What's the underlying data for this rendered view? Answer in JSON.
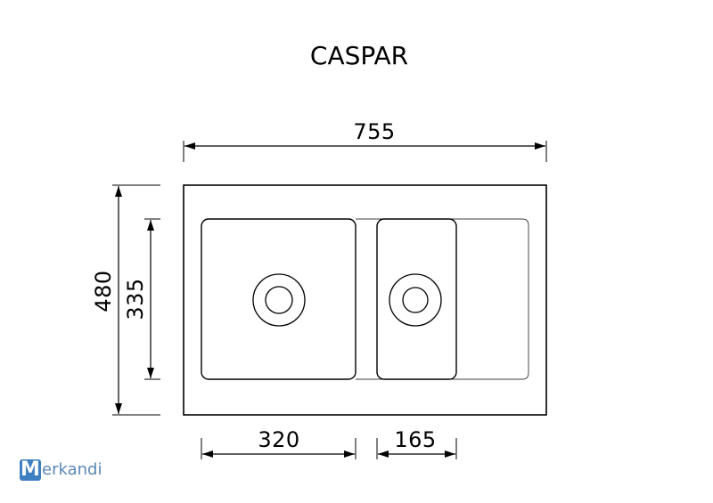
{
  "title": "CASPAR",
  "dimensions": {
    "overall_width": "755",
    "overall_height": "480",
    "bowl_height": "335",
    "large_bowl_width": "320",
    "small_bowl_width": "165"
  },
  "watermark": {
    "initial": "M",
    "text": "erkandi"
  },
  "colors": {
    "line": "#000000",
    "logo_blue": "#3e7fc1"
  }
}
